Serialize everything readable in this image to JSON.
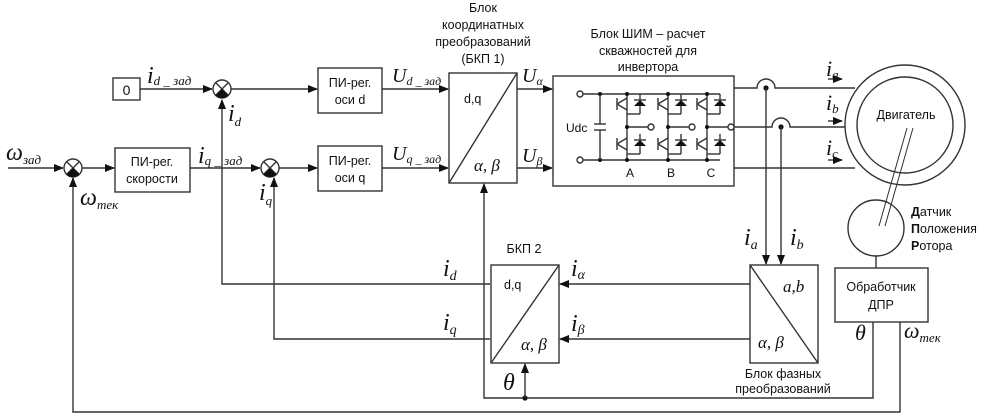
{
  "title": "Схема векторного управления двигателем",
  "inputs": {
    "omega_ref": {
      "sym": "ω",
      "sub": "зад"
    },
    "omega_fb": {
      "sym": "ω",
      "sub": "тек"
    },
    "id_ref": {
      "sym": "i",
      "sub": "d _ зад"
    },
    "iq_ref": {
      "sym": "i",
      "sub": "q _ зад"
    },
    "id_fb": {
      "sym": "i",
      "sub": "d"
    },
    "iq_fb": {
      "sym": "i",
      "sub": "q"
    }
  },
  "blocks": {
    "zero": "0",
    "pi_speed": [
      "ПИ-рег.",
      "скорости"
    ],
    "pi_d": [
      "ПИ-рег.",
      "оси d"
    ],
    "pi_q": [
      "ПИ-рег.",
      "оси q"
    ],
    "bkp1_title": [
      "Блок",
      "координатных",
      "преобразований",
      "(БКП 1)"
    ],
    "bkp1_top": "d,q",
    "bkp1_bottom": "α, β",
    "pwm_title": [
      "Блок ШИМ – расчет",
      "скважностей для",
      "инвертора"
    ],
    "udc": "Udc",
    "phases": [
      "A",
      "B",
      "C"
    ],
    "motor": "Двигатель",
    "sensor_label": [
      [
        "Д",
        "атчик"
      ],
      [
        "П",
        "оложения"
      ],
      [
        "Р",
        "отора"
      ]
    ],
    "dpr": [
      "Обработчик",
      "ДПР"
    ],
    "phase_block_top": "a,b",
    "phase_block_bottom": "α, β",
    "phase_block_title": [
      "Блок фазных",
      "преобразований"
    ],
    "bkp2_title": "БКП 2",
    "bkp2_top": "d,q",
    "bkp2_bottom": "α, β"
  },
  "signals": {
    "ud_ref": {
      "sym": "U",
      "sub": "d _ зад"
    },
    "uq_ref": {
      "sym": "U",
      "sub": "q _ зад"
    },
    "u_alpha": {
      "sym": "U",
      "sub": "α"
    },
    "u_beta": {
      "sym": "U",
      "sub": "β"
    },
    "ia": {
      "sym": "i",
      "sub": "a"
    },
    "ib": {
      "sym": "i",
      "sub": "b"
    },
    "ic": {
      "sym": "i",
      "sub": "c"
    },
    "i_alpha": {
      "sym": "i",
      "sub": "α"
    },
    "i_beta": {
      "sym": "i",
      "sub": "β"
    },
    "theta": "θ",
    "omega_tek": {
      "sym": "ω",
      "sub": "тек"
    }
  }
}
